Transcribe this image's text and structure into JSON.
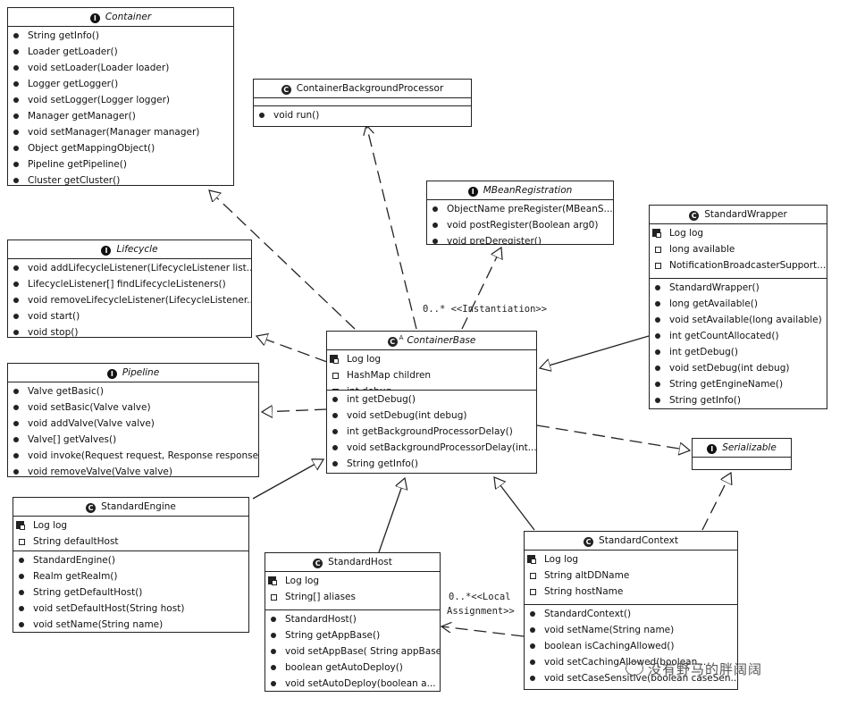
{
  "classes": {
    "container": {
      "name": "Container",
      "kind": "interface",
      "icon": "I",
      "methods": [
        "String getInfo()",
        "Loader getLoader()",
        "void setLoader(Loader loader)",
        "Logger getLogger()",
        "void setLogger(Logger logger)",
        "Manager getManager()",
        "void setManager(Manager manager)",
        "Object getMappingObject()",
        "Pipeline getPipeline()",
        "Cluster getCluster()"
      ]
    },
    "background": {
      "name": "ContainerBackgroundProcessor",
      "kind": "class",
      "fields": [],
      "methods": [
        "void run()"
      ]
    },
    "mbean": {
      "name": "MBeanRegistration",
      "kind": "interface",
      "icon": "I",
      "methods": [
        "ObjectName preRegister(MBeanS...",
        "void postRegister(Boolean arg0)",
        "void preDeregister()"
      ]
    },
    "wrapper": {
      "name": "StandardWrapper",
      "kind": "class",
      "fields": [
        "Log log",
        "long available",
        "NotificationBroadcasterSupport..."
      ],
      "methods": [
        "StandardWrapper()",
        "long getAvailable()",
        "void setAvailable(long available)",
        "int getCountAllocated()",
        "int getDebug()",
        "void setDebug(int debug)",
        "String getEngineName()",
        "String getInfo()"
      ]
    },
    "lifecycle": {
      "name": "Lifecycle",
      "kind": "interface",
      "icon": "I",
      "methods": [
        "void addLifecycleListener(LifecycleListener list...",
        "LifecycleListener[] findLifecycleListeners()",
        "void removeLifecycleListener(LifecycleListener...",
        "void start()",
        "void stop()"
      ]
    },
    "base": {
      "name": "ContainerBase",
      "kind": "abstract",
      "sup": "A",
      "fields": [
        "Log log",
        "HashMap children",
        "int debug"
      ],
      "methods": [
        "int getDebug()",
        "void setDebug(int debug)",
        "int getBackgroundProcessorDelay()",
        "void setBackgroundProcessorDelay(int...",
        "String getInfo()"
      ]
    },
    "pipeline": {
      "name": "Pipeline",
      "kind": "interface",
      "icon": "I",
      "methods": [
        "Valve getBasic()",
        "void setBasic(Valve valve)",
        "void addValve(Valve valve)",
        "Valve[] getValves()",
        "void invoke(Request request, Response response)",
        "void removeValve(Valve valve)"
      ]
    },
    "serializable": {
      "name": "Serializable",
      "kind": "interface",
      "icon": "I",
      "methods": []
    },
    "engine": {
      "name": "StandardEngine",
      "kind": "class",
      "fields": [
        "Log log",
        "String defaultHost"
      ],
      "methods": [
        "StandardEngine()",
        "Realm getRealm()",
        "String getDefaultHost()",
        "void setDefaultHost(String host)",
        "void setName(String name)"
      ]
    },
    "host": {
      "name": "StandardHost",
      "kind": "class",
      "fields": [
        "Log log",
        "String[] aliases"
      ],
      "methods": [
        "StandardHost()",
        "String getAppBase()",
        "void setAppBase( String appBase)",
        "boolean getAutoDeploy()",
        "void setAutoDeploy(boolean a..."
      ]
    },
    "context": {
      "name": "StandardContext",
      "kind": "class",
      "fields": [
        "Log log",
        "String altDDName",
        "String hostName"
      ],
      "methods": [
        "StandardContext()",
        "void setName(String name)",
        "boolean isCachingAllowed()",
        "void setCachingAllowed(boolean...",
        "void setCaseSensitive(boolean caseSen..."
      ]
    }
  },
  "labels": {
    "instantiation": "0..* <<Instantiation>>",
    "local_1": "0..*<<Local",
    "local_2": "Assignment>>"
  },
  "watermark": "没有野马的胖阔阔"
}
